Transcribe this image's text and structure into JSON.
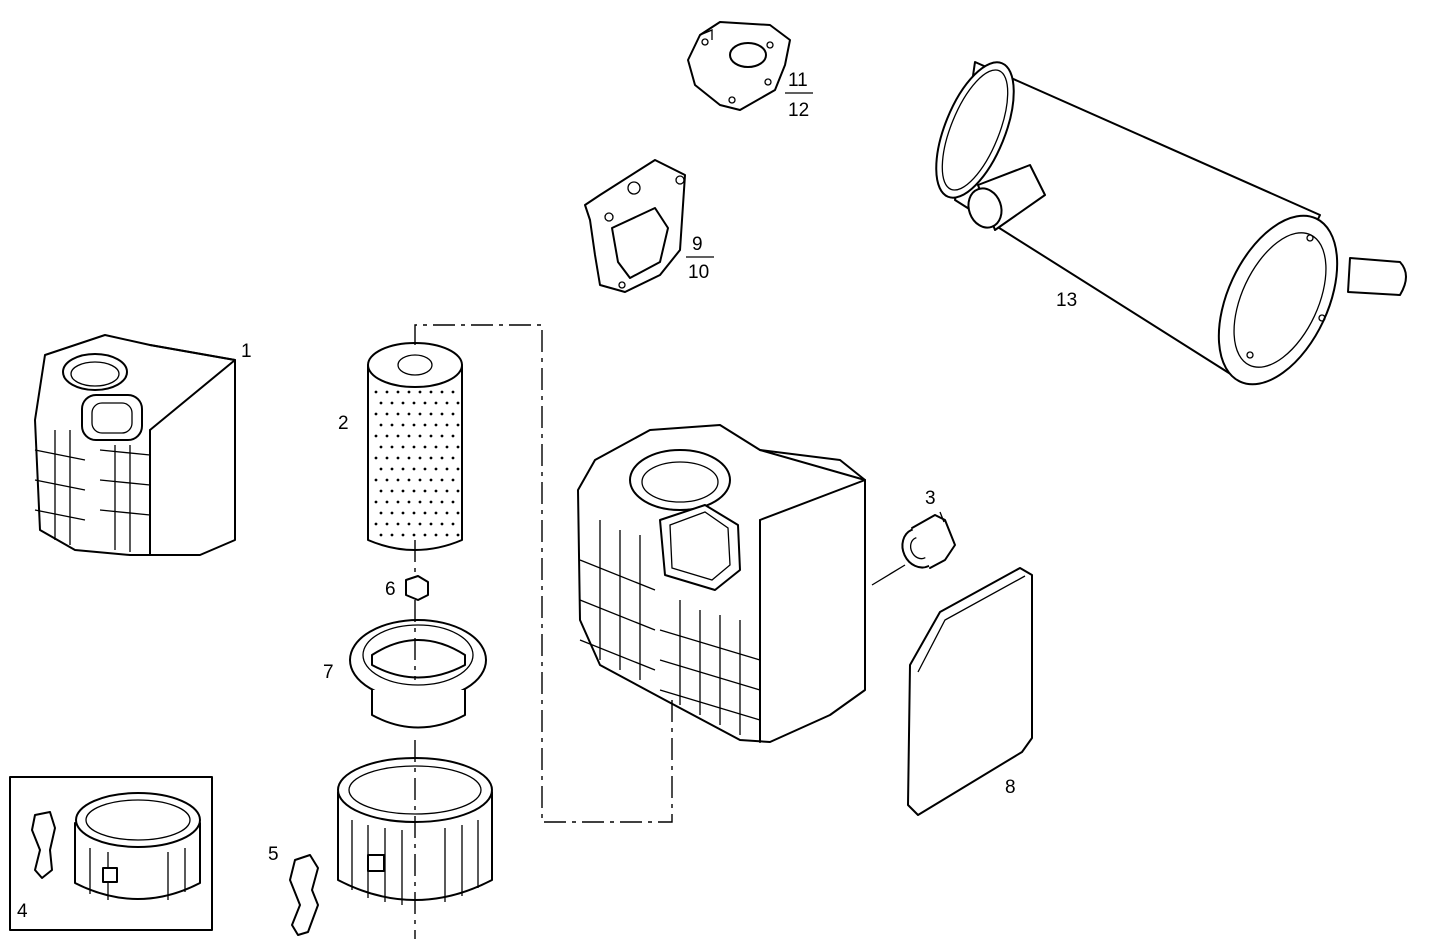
{
  "parts": [
    {
      "id": "housing-top-left",
      "callout": "1"
    },
    {
      "id": "filter-cartridge",
      "callout": "2"
    },
    {
      "id": "intake-elbow",
      "callout": "3"
    },
    {
      "id": "cup-kit-boxed",
      "callout": "4"
    },
    {
      "id": "spring-clip",
      "callout": "5"
    },
    {
      "id": "dust-cup-cover",
      "callout": "6"
    },
    {
      "id": "pre-filter-panel",
      "callout": "7"
    },
    {
      "id": "wing-nut",
      "callout": "8"
    },
    {
      "id": "inlet-flange",
      "callout_top": "9",
      "callout_bottom": "10"
    },
    {
      "id": "mounting-flange",
      "callout_top": "11",
      "callout_bottom": "12"
    },
    {
      "id": "muffler",
      "callout": "13"
    }
  ],
  "colors": {
    "ink": "#000000",
    "paper": "#ffffff"
  }
}
